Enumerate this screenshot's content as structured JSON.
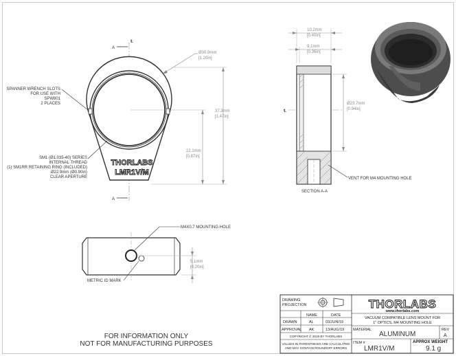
{
  "drawing": {
    "top_view": {
      "section_marker_top": "A",
      "section_marker_bottom": "A",
      "centerline_symbol": "℄",
      "dim_outer_diameter": "Ø30.9mm",
      "dim_outer_diameter_in": "[1.20in]",
      "dim_height": "37.3mm",
      "dim_height_in": "[1.47in]",
      "dim_center_height": "22.1mm",
      "dim_center_height_in": "[0.87in]",
      "engraving_brand": "THORLABS",
      "engraving_part": "LMR1V/M",
      "note_spanner": [
        "SPANNER WRENCH SLOTS",
        "FOR USE WITH",
        "SPW801",
        "2 PLACES"
      ],
      "note_thread": [
        "SM1 (Ø1.035-40) SERIES",
        "INTERNAL THREAD",
        "(1) SM1RR RETAINING RING (INCLUDED)",
        "Ø22.9mm (Ø0.90in)",
        "CLEAR APERTURE"
      ]
    },
    "section_view": {
      "centerline_symbol": "℄",
      "dim_width": "10.2mm",
      "dim_width_in": "[0.40in]",
      "dim_inner_width": "9.1mm",
      "dim_inner_width_in": "[0.36in]",
      "dim_diameter": "Ø23.7mm",
      "dim_diameter_in": "[0.94in]",
      "vent_note": "VENT FOR M4 MOUNTING HOLE",
      "section_label": "SECTION A-A"
    },
    "bottom_view": {
      "hole_note": "M4X0.7 MOUNTING HOLE",
      "id_note": "METRIC ID MARK",
      "dim_offset": "5.1mm",
      "dim_offset_in": "[0.20in]"
    },
    "disclaimer": [
      "FOR INFORMATION ONLY",
      "NOT FOR MANUFACTURING PURPOSES"
    ]
  },
  "title_block": {
    "projection_label": [
      "DRAWING",
      "PROJECTION"
    ],
    "col_name": "NAME",
    "col_date": "DATE",
    "rows": [
      {
        "role": "DRAWN",
        "name": "AL",
        "date": "03/JUN/19"
      },
      {
        "role": "APPROVAL",
        "name": "AK",
        "date": "13/AUG/19"
      }
    ],
    "copyright": "COPYRIGHT © 2019 BY THORLABS",
    "values_note": [
      "VALUES IN PARENTHESIS ARE CALCULATED",
      "AND MAY CONTAIN ROUNDOFF ERRORS"
    ],
    "logo_text": "THORLABS",
    "website": "www.thorlabs.com",
    "description": [
      "VACUUM COMPATIBLE LENS MOUNT FOR",
      "1\" OPTICS, M4 MOUNTING HOLE"
    ],
    "material_label": "MATERIAL",
    "material_value": "ALUMINUM",
    "rev_label": "REV",
    "rev_value": "A",
    "item_label": "ITEM #",
    "item_value": "LMR1V/M",
    "weight_label": "APPROX WEIGHT",
    "weight_value": "9.1 g"
  }
}
